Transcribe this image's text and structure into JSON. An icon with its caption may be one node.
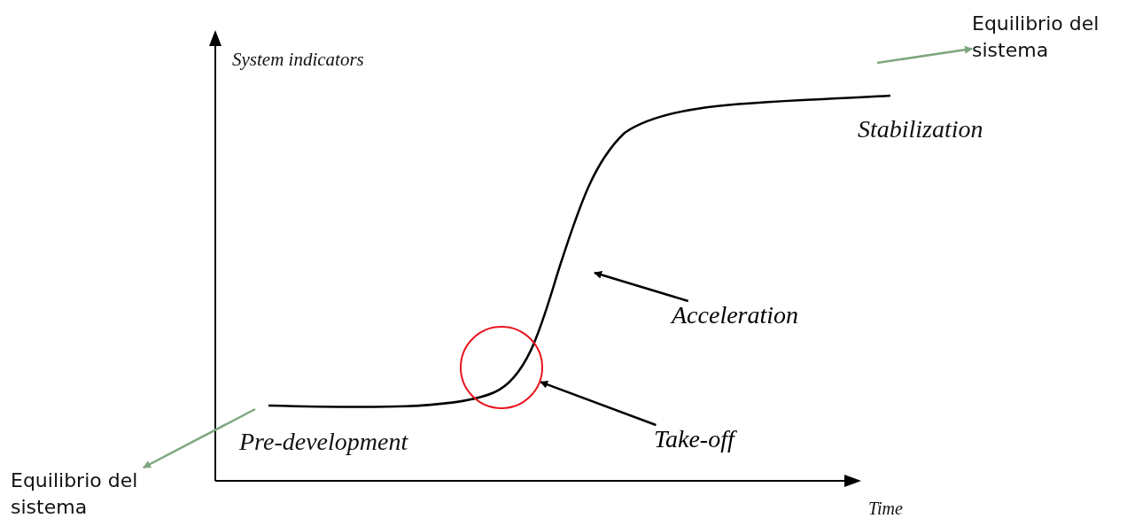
{
  "diagram": {
    "nodes": [
      {
        "text": [
          "Equilibrio del sistema"
        ]
      },
      {
        "text": [
          "Acceleration"
        ]
      },
      {
        "text": [],
        "shape": "circle"
      },
      {
        "text": [
          "Take-off"
        ]
      },
      {
        "text": [
          "Equilibrio del sistema"
        ]
      }
    ],
    "edges": [
      {
        "from": null,
        "to": 0,
        "arrow": "to",
        "color": "#7fa77f"
      },
      {
        "from": 1,
        "to": null,
        "arrow": "to",
        "color": "#000000"
      },
      {
        "from": 3,
        "to": 2,
        "arrow": "to",
        "color": "#000000"
      },
      {
        "from": null,
        "to": 4,
        "arrow": "to",
        "color": "#7fa77f"
      }
    ],
    "labels": [
      "System indicators",
      "Stabilization",
      "Pre-development",
      "Time"
    ]
  }
}
